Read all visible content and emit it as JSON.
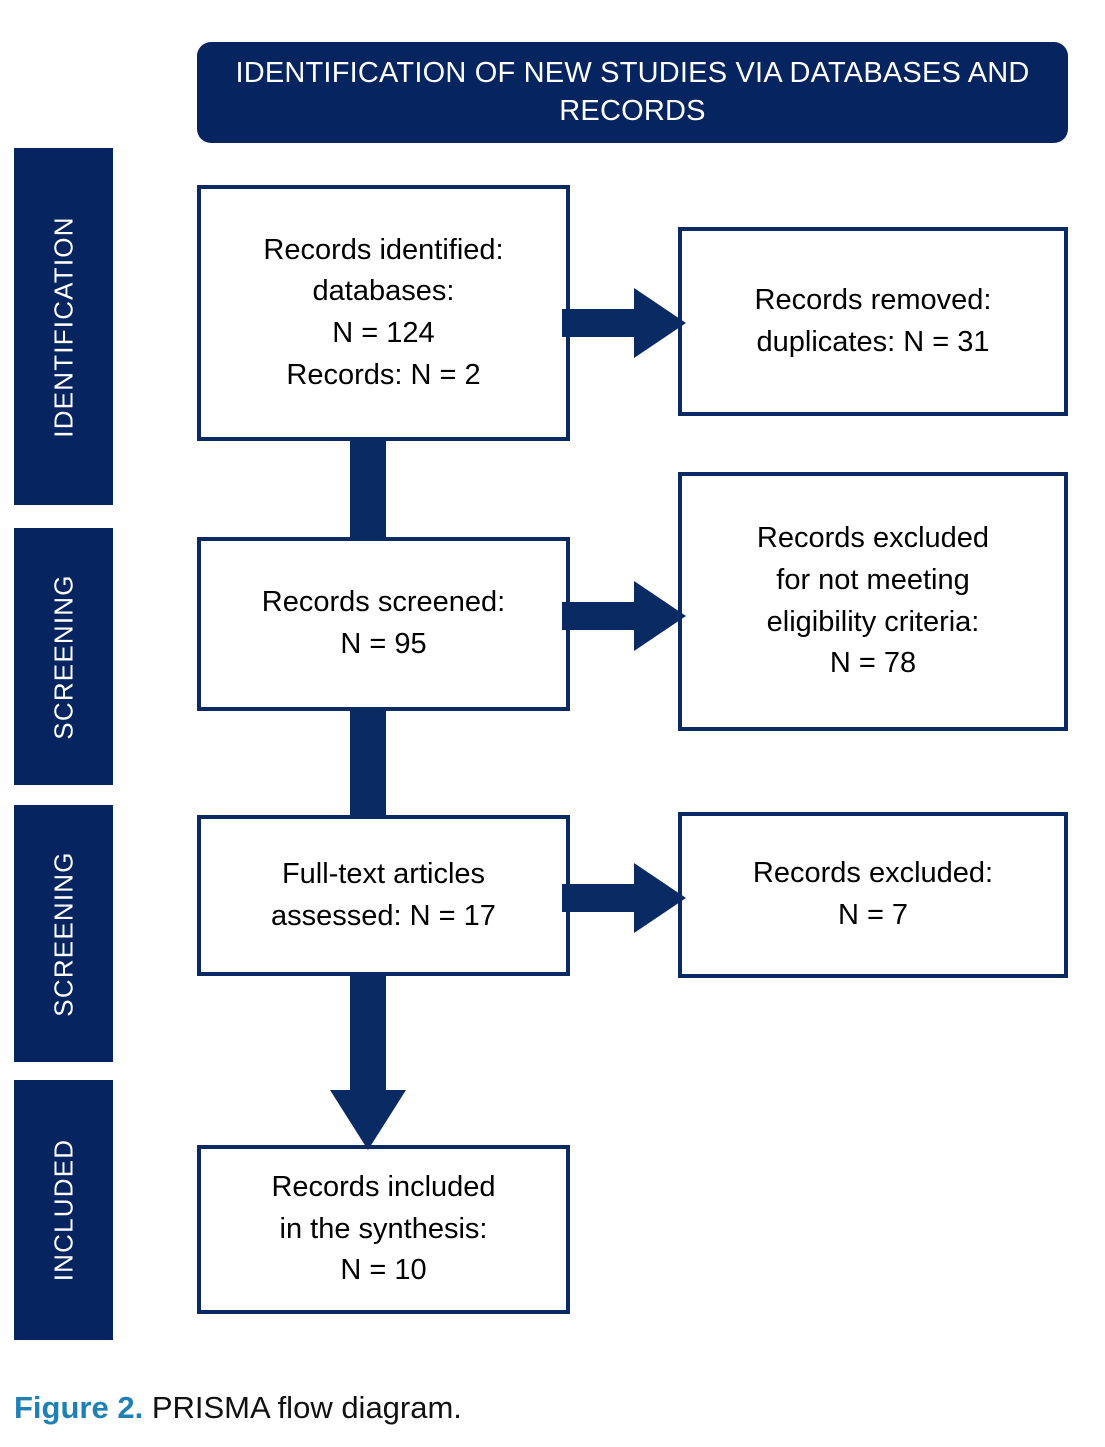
{
  "figure": {
    "header_title": "IDENTIFICATION OF NEW STUDIES VIA DATABASES AND RECORDS",
    "caption_label": "Figure 2.",
    "caption_text": " PRISMA flow diagram."
  },
  "colors": {
    "navy": "#052460",
    "box_border": "#0a2a63",
    "caption_accent": "#1f80b5",
    "background": "#ffffff",
    "banner_text": "#ffffff",
    "box_text": "#000000"
  },
  "stages": [
    {
      "id": "identification",
      "label": "IDENTIFICATION"
    },
    {
      "id": "screening-1",
      "label": "SCREENING"
    },
    {
      "id": "screening-2",
      "label": "SCREENING"
    },
    {
      "id": "included",
      "label": "INCLUDED"
    }
  ],
  "boxes": {
    "identified": {
      "id": "records-identified",
      "lines": [
        "Records identified:",
        "databases:",
        "N = 124",
        "Records: N = 2"
      ],
      "counts": {
        "databases": 124,
        "records": 2
      }
    },
    "removed": {
      "id": "records-removed",
      "lines": [
        "Records removed:",
        "duplicates: N = 31"
      ],
      "counts": {
        "duplicates": 31
      }
    },
    "screened": {
      "id": "records-screened",
      "lines": [
        "Records screened:",
        "N = 95"
      ],
      "counts": {
        "screened": 95
      }
    },
    "excluded_eligibility": {
      "id": "records-excluded-eligibility",
      "lines": [
        "Records excluded",
        "for not meeting",
        "eligibility criteria:",
        "N = 78"
      ],
      "counts": {
        "excluded": 78
      }
    },
    "fulltext": {
      "id": "full-text-assessed",
      "lines": [
        "Full-text articles",
        "assessed: N = 17"
      ],
      "counts": {
        "assessed": 17
      }
    },
    "excluded": {
      "id": "records-excluded",
      "lines": [
        "Records excluded:",
        "N = 7"
      ],
      "counts": {
        "excluded": 7
      }
    },
    "included": {
      "id": "records-included",
      "lines": [
        "Records included",
        "in the synthesis:",
        "N = 10"
      ],
      "counts": {
        "included": 10
      }
    }
  },
  "connectors": [
    {
      "id": "identified-to-screened",
      "type": "vertical-shaft",
      "from": "records-identified",
      "to": "records-screened"
    },
    {
      "id": "screened-to-fulltext",
      "type": "vertical-shaft",
      "from": "records-screened",
      "to": "full-text-assessed"
    },
    {
      "id": "identified-to-removed",
      "type": "arrow-right",
      "from": "records-identified",
      "to": "records-removed"
    },
    {
      "id": "screened-to-excluded",
      "type": "arrow-right",
      "from": "records-screened",
      "to": "records-excluded-eligibility"
    },
    {
      "id": "fulltext-to-excluded",
      "type": "arrow-right",
      "from": "full-text-assessed",
      "to": "records-excluded"
    },
    {
      "id": "fulltext-to-included",
      "type": "arrow-down",
      "from": "full-text-assessed",
      "to": "records-included"
    }
  ]
}
